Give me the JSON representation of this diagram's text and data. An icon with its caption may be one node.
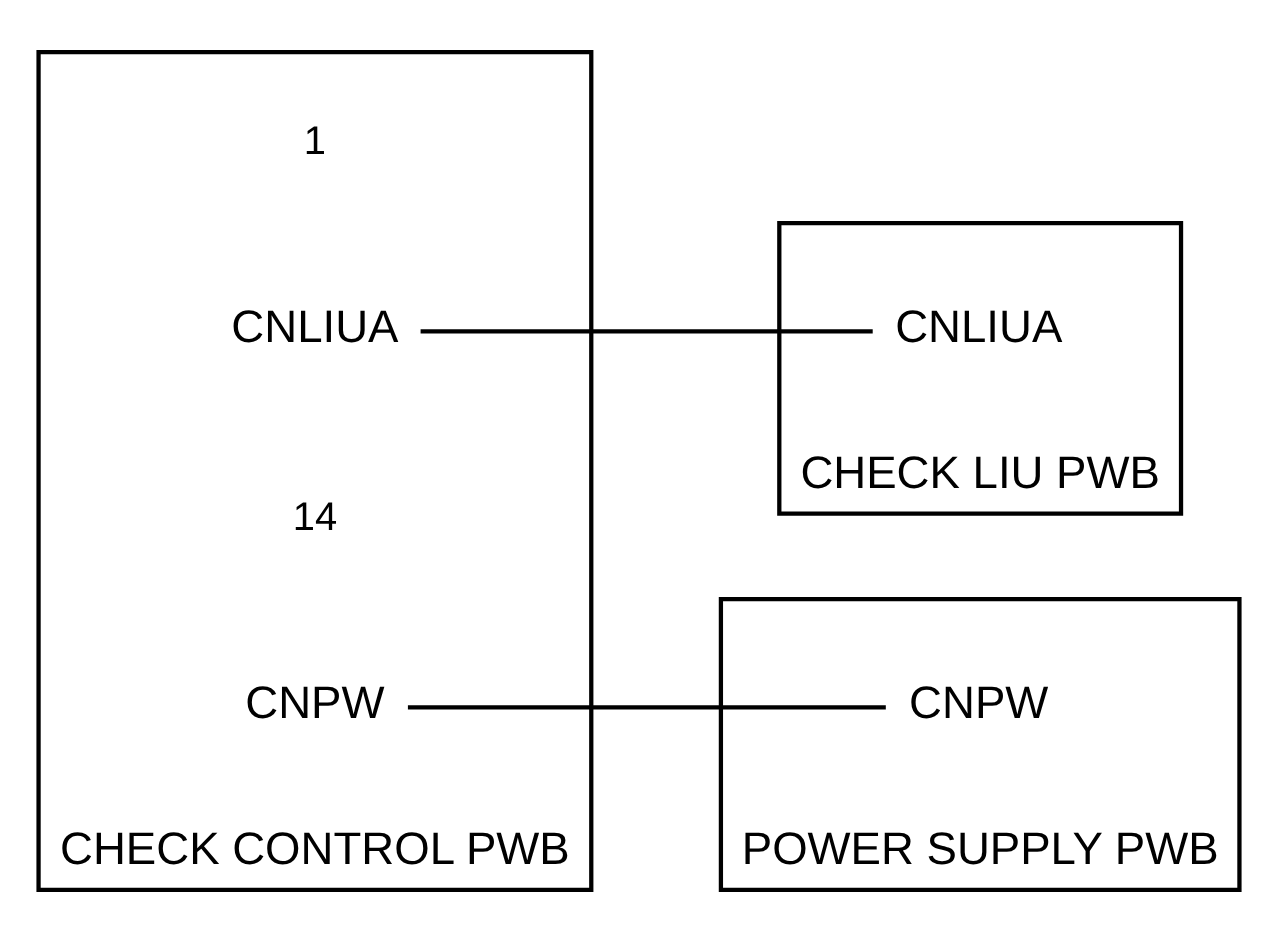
{
  "diagram": {
    "nodes": [
      {
        "text": [
          "CHECK CONTROL PWB"
        ]
      },
      {
        "text": [
          "CNLIUA"
        ],
        "in": 0
      },
      {
        "text": [
          "CNPW"
        ],
        "in": 0
      },
      {
        "text": [
          "CHECK LIU PWB"
        ]
      },
      {
        "text": [
          "CNLIUA"
        ],
        "in": 3
      },
      {
        "text": [
          "POWER SUPPLY PWB"
        ]
      },
      {
        "text": [
          "CNPW"
        ],
        "in": 5
      }
    ],
    "edges": [
      {
        "from": 1,
        "to": 4,
        "arrow": "none"
      },
      {
        "from": 2,
        "to": 6,
        "arrow": "none"
      }
    ],
    "labels": [
      "1",
      "14"
    ]
  }
}
